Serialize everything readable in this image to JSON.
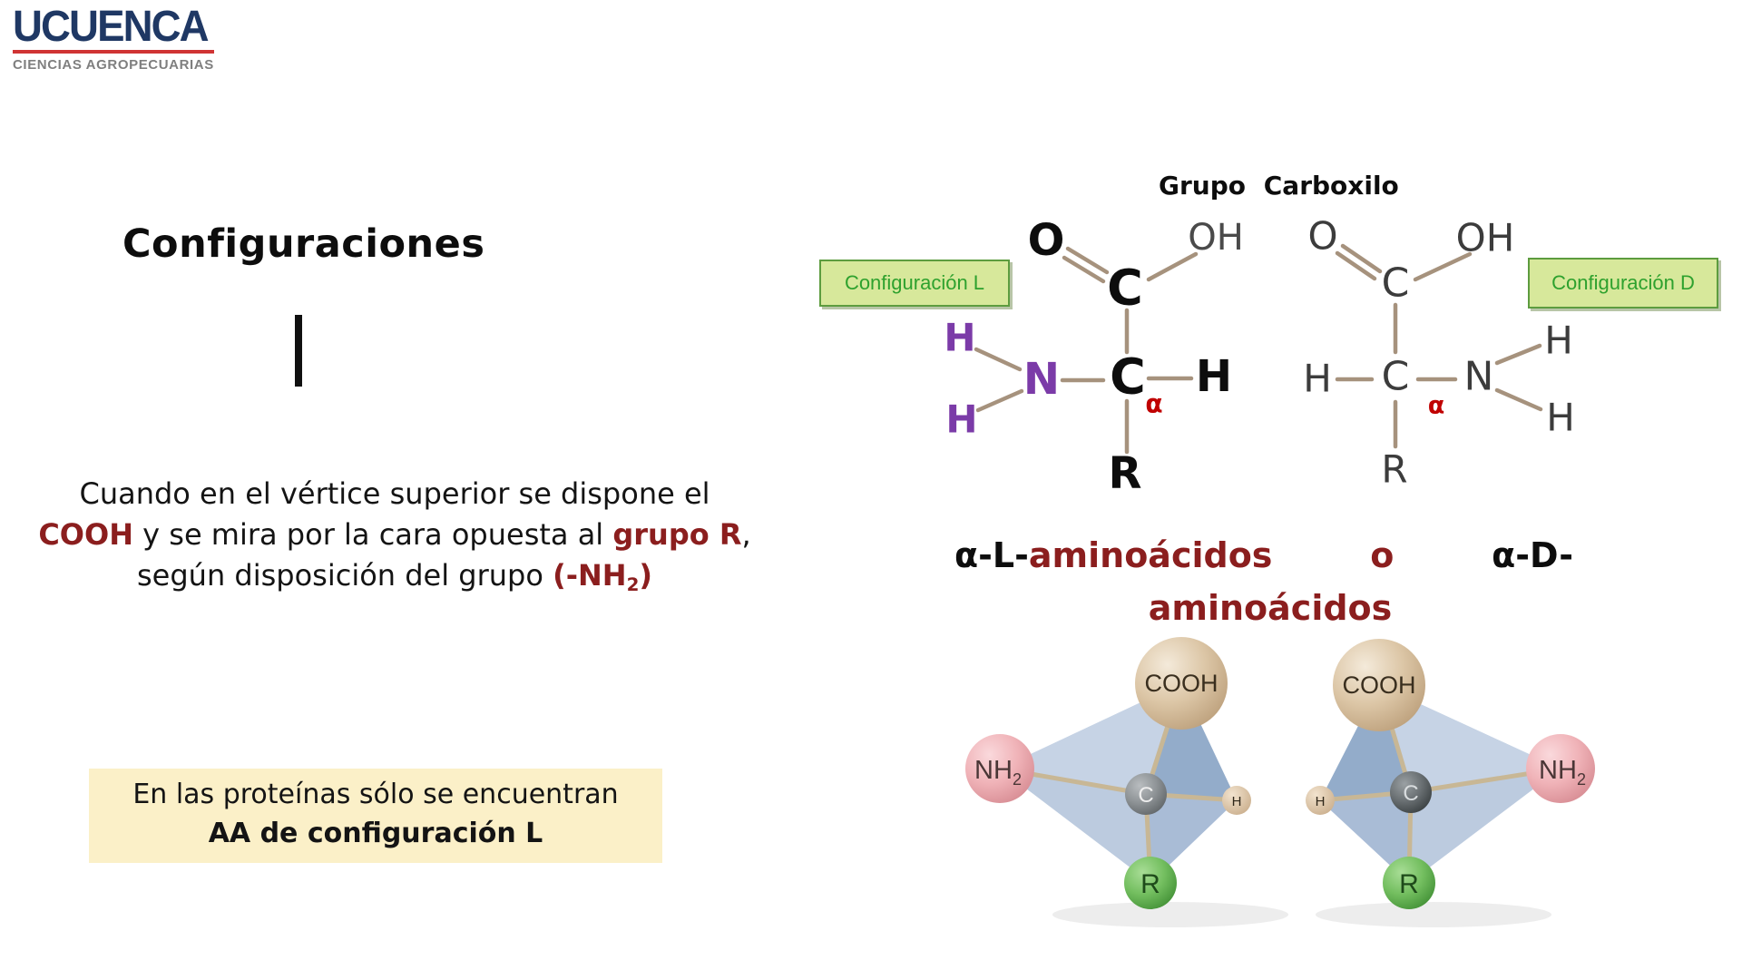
{
  "logo": {
    "title": "UCUENCA",
    "subtitle": "CIENCIAS AGROPECUARIAS"
  },
  "heading": "Configuraciones",
  "paragraph": {
    "l1": "Cuando en el vértice superior se dispone el",
    "l2a": "COOH",
    "l2b": " y se mira por la cara opuesta al ",
    "l2c": "grupo R",
    "l2d": ",",
    "l3a": "según disposición del grupo ",
    "l3b": "(-NH",
    "l3b_sub": "2",
    "l3c": ")"
  },
  "note_box": {
    "line1": "En las proteínas sólo se encuentran",
    "line2": "AA de configuración L"
  },
  "diagram": {
    "group_label": "Grupo Carboxilo",
    "config_l_label": "Configuración L",
    "config_d_label": "Configuración D",
    "l_atoms": {
      "o": "O",
      "oh": "OH",
      "c_carboxyl": "C",
      "c_alpha": "C",
      "alpha": "α",
      "h_right": "H",
      "n": "N",
      "h_top": "H",
      "h_bottom": "H",
      "r": "R"
    },
    "d_atoms": {
      "o": "O",
      "oh": "OH",
      "c_carboxyl": "C",
      "c_alpha": "C",
      "alpha": "α",
      "h_left": "H",
      "n": "N",
      "h_top": "H",
      "h_bottom": "H",
      "r": "R"
    },
    "caption": {
      "part1": "α-L-",
      "part2": "aminoácidos",
      "part3": "o",
      "part4": "α-D-",
      "line2": "aminoácidos"
    }
  },
  "models": {
    "left": {
      "cooh": "COOH",
      "nh": "NH",
      "nh_sub": "2",
      "c": "C",
      "h": "H",
      "r": "R"
    },
    "right": {
      "cooh": "COOH",
      "nh": "NH",
      "nh_sub": "2",
      "c": "C",
      "h": "H",
      "r": "R"
    }
  },
  "colors": {
    "navy": "#1F3864",
    "logo_red": "#D03434",
    "logo_gray": "#7F7F7F",
    "dark_red": "#8B1E1E",
    "alpha_red": "#C00000",
    "purple": "#7B3BA8",
    "note_bg": "#FBF0C8",
    "green_box_bg": "#D7E89B",
    "green_box_border": "#5D9C3F",
    "green_text": "#2EA12E",
    "bond_tan": "#A6927D",
    "sphere_tan": "#D9C3A3",
    "sphere_pink": "#EFB3B5",
    "sphere_gray": "#8A8A8A",
    "sphere_green": "#6CB85C",
    "tetra_blue": "#AFC3DC"
  }
}
